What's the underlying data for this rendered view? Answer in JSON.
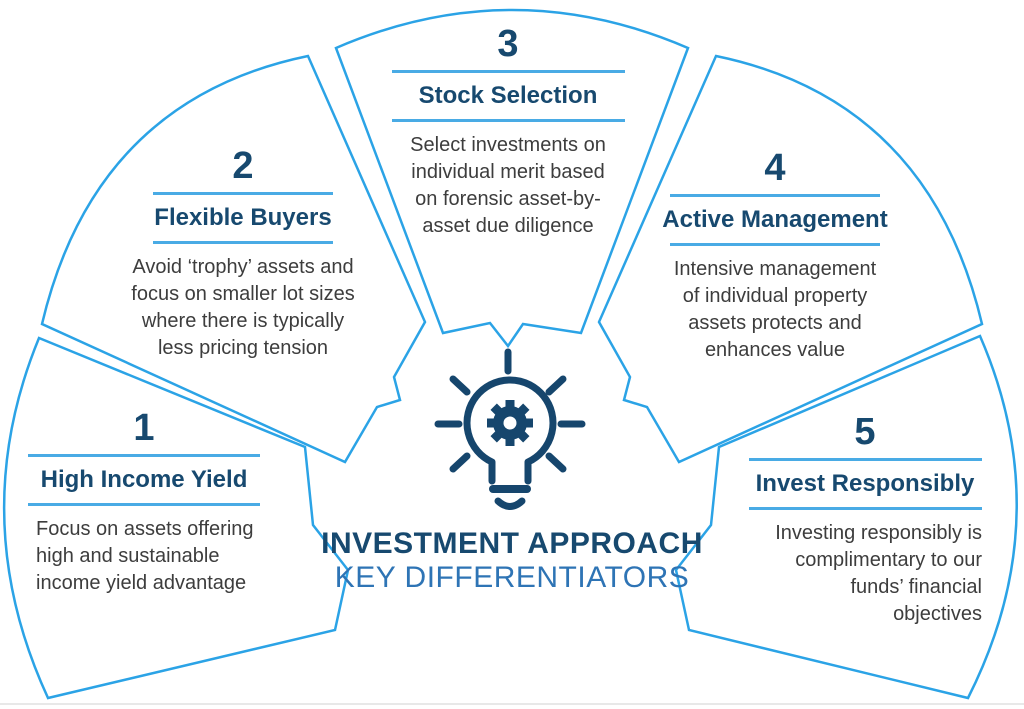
{
  "figure": {
    "center": {
      "title_line1": "INVESTMENT APPROACH",
      "title_line2": "KEY DIFFERENTIATORS",
      "icon": "lightbulb-gear"
    },
    "segments": [
      {
        "number": "1",
        "title": "High Income Yield",
        "body": "Focus on assets offering\nhigh and sustainable\nincome yield advantage"
      },
      {
        "number": "2",
        "title": "Flexible Buyers",
        "body": "Avoid ‘trophy’ assets and\nfocus on smaller lot sizes\nwhere there is typically\nless pricing tension"
      },
      {
        "number": "3",
        "title": "Stock Selection",
        "body": "Select investments on\nindividual merit based\non forensic asset-by-\nasset due diligence"
      },
      {
        "number": "4",
        "title": "Active Management",
        "body": "Intensive management\nof individual property\nassets protects and\nenhances value"
      },
      {
        "number": "5",
        "title": "Invest Responsibly",
        "body": "Investing responsibly is\ncomplimentary to our\nfunds’ financial\nobjectives"
      }
    ],
    "colors": {
      "outline_blue": "#2ba3e6",
      "rule_blue": "#49abe5",
      "navy": "#17496f",
      "accent_blue": "#2e74b5",
      "body_text": "#3d3d3d"
    }
  }
}
